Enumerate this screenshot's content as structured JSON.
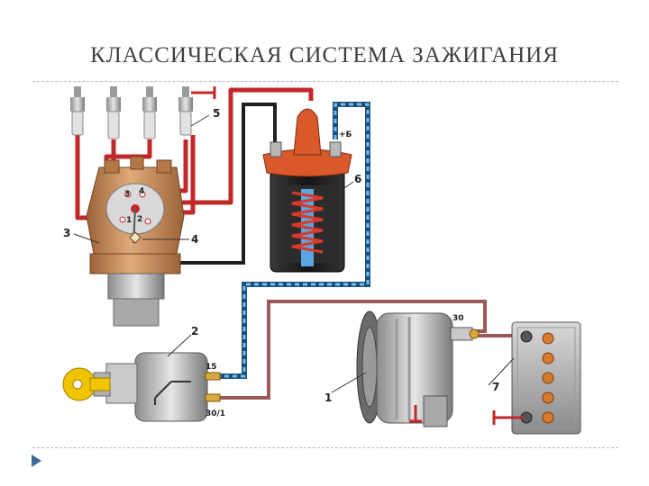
{
  "title": "КЛАССИЧЕСКАЯ СИСТЕМА ЗАЖИГАНИЯ",
  "callouts": {
    "spark_plugs": "5",
    "coil": "6",
    "distributor": "3",
    "breaker": "4",
    "ignition_switch": "2",
    "generator": "1",
    "battery": "7"
  },
  "terminals": {
    "coil_plus": "+Б",
    "switch_15": "15",
    "switch_30_1": "30/1",
    "generator_30": "30"
  },
  "distributor_contacts": [
    "3",
    "4",
    "1",
    "2"
  ],
  "colors": {
    "high_voltage_wire": "#c0282a",
    "low_voltage_wire": "#1f1f1f",
    "switched_wire": "#2b86c4",
    "feed_wire": "#9b5a55",
    "coil_cap": "#d9592b",
    "distributor_body": "#c58a57",
    "battery_terminal": "#d87a2b"
  }
}
